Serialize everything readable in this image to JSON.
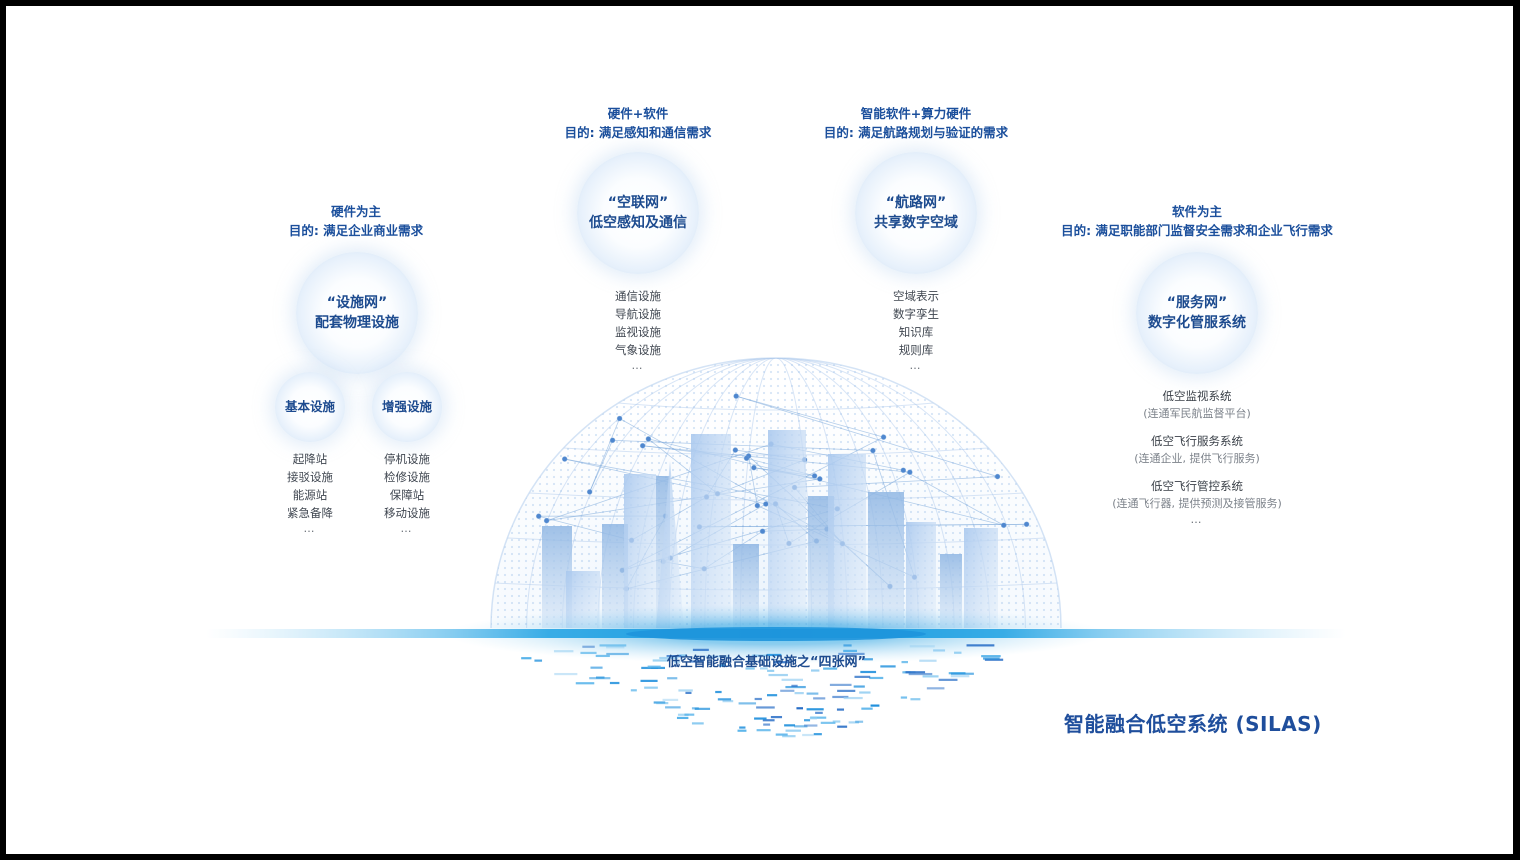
{
  "title": "智能融合低空系统 (SILAS)",
  "base_label": "低空智能融合基础设施之“四张网”",
  "colors": {
    "accent": "#1f4e9c",
    "glow": "#21a9e6",
    "bubble_edge": "#c9dcf2"
  },
  "networks": {
    "facility": {
      "header1": "硬件为主",
      "header2": "目的: 满足企业商业需求",
      "name": "“设施网”",
      "subtitle": "配套物理设施",
      "sub_basic": {
        "name": "基本设施",
        "items": [
          "起降站",
          "接驳设施",
          "能源站",
          "紧急备降"
        ],
        "more": "…"
      },
      "sub_enhanced": {
        "name": "增强设施",
        "items": [
          "停机设施",
          "检修设施",
          "保障站",
          "移动设施"
        ],
        "more": "…"
      }
    },
    "air_link": {
      "header1": "硬件+软件",
      "header2": "目的: 满足感知和通信需求",
      "name": "“空联网”",
      "subtitle": "低空感知及通信",
      "items": [
        "通信设施",
        "导航设施",
        "监视设施",
        "气象设施"
      ],
      "more": "…"
    },
    "route": {
      "header1": "智能软件+算力硬件",
      "header2": "目的: 满足航路规划与验证的需求",
      "name": "“航路网”",
      "subtitle": "共享数字空域",
      "items": [
        "空域表示",
        "数字孪生",
        "知识库",
        "规则库"
      ],
      "more": "…"
    },
    "service": {
      "header1": "软件为主",
      "header2": "目的: 满足职能部门监督安全需求和企业飞行需求",
      "name": "“服务网”",
      "subtitle": "数字化管服系统",
      "systems": [
        {
          "name": "低空监视系统",
          "desc": "(连通军民航监督平台)"
        },
        {
          "name": "低空飞行服务系统",
          "desc": "(连通企业, 提供飞行服务)"
        },
        {
          "name": "低空飞行管控系统",
          "desc": "(连通飞行器, 提供预测及接管服务)"
        }
      ],
      "more": "…"
    }
  }
}
